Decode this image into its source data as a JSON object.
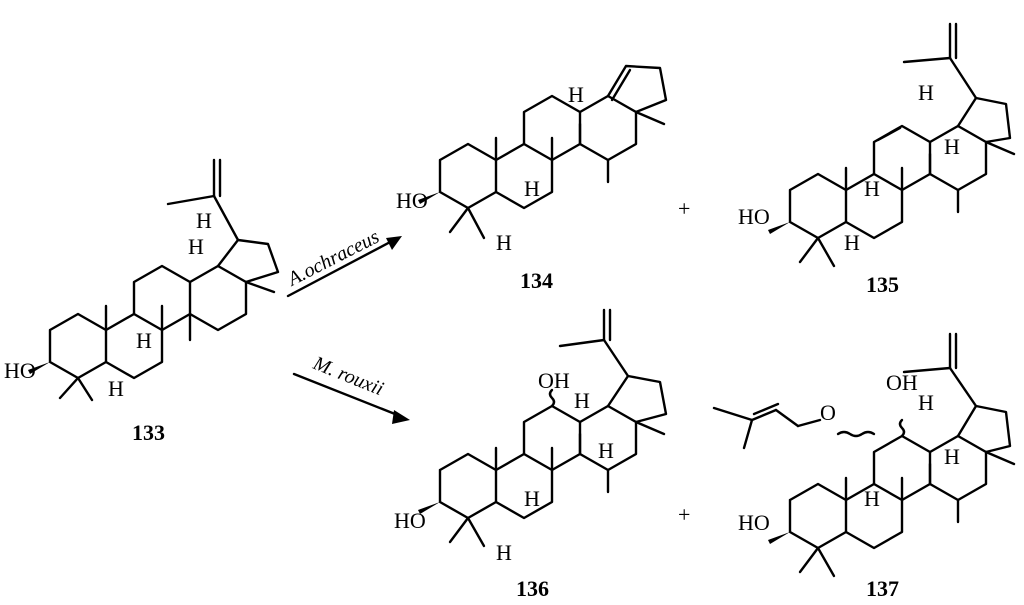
{
  "compounds": {
    "c133": {
      "label": "133"
    },
    "c134": {
      "label": "134"
    },
    "c135": {
      "label": "135"
    },
    "c136": {
      "label": "136"
    },
    "c137": {
      "label": "137"
    }
  },
  "reagents": {
    "top": "A.ochraceus",
    "bottom": "M. rouxii"
  },
  "plus": "+",
  "atoms": {
    "ho": "HO",
    "oh": "OH",
    "o": "O",
    "h": "H"
  }
}
